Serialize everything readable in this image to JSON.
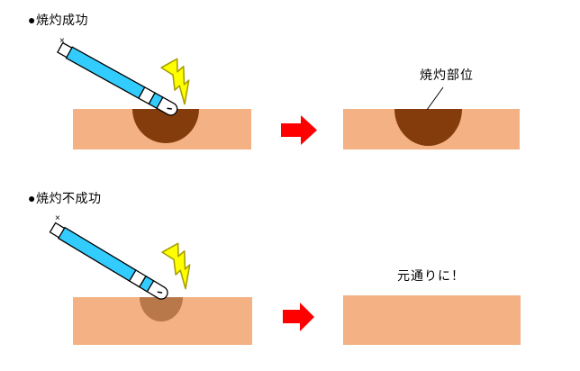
{
  "colors": {
    "skin": "#F4B183",
    "burn_dark": "#843C0C",
    "burn_light": "#B9784A",
    "pen": "#33CCFF",
    "bolt": "#FFFF00",
    "bolt_stroke": "#A8A000",
    "arrow": "#FF0000",
    "ink": "#000000"
  },
  "sections": {
    "success": {
      "title": "●焼灼成功",
      "label": "焼灼部位"
    },
    "failure": {
      "title": "●焼灼不成功",
      "result_text": "元通りに！"
    }
  },
  "icons": {
    "spark_mark": "×"
  }
}
